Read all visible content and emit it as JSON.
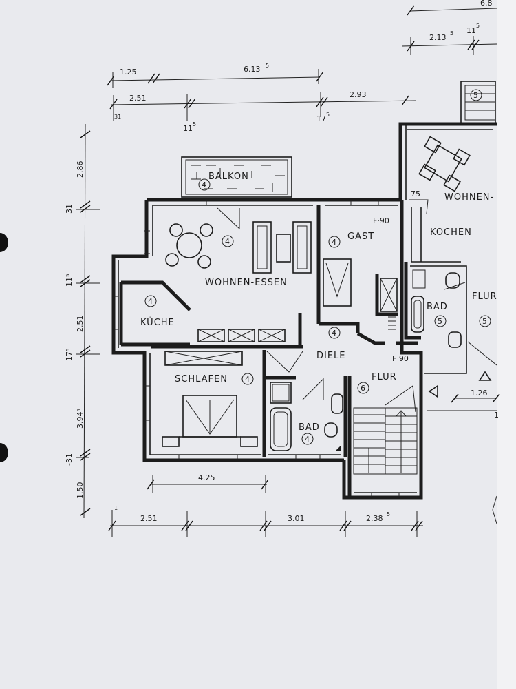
{
  "colors": {
    "paper": "#e9eaee",
    "ink": "#1c1c1c",
    "hole": "#111111"
  },
  "rooms": {
    "balkon": "BALKON",
    "wohnen_essen": "WOHNEN-ESSEN",
    "gast": "GAST",
    "kueche": "KÜCHE",
    "diele": "DIELE",
    "schlafen": "SCHLAFEN",
    "flur": "FLUR",
    "bad": "BAD",
    "neighbor_wohnen": "WOHNEN-",
    "neighbor_kochen": "KOCHEN",
    "neighbor_bad": "BAD",
    "neighbor_flur": "FLUR"
  },
  "labels": {
    "f90_gast": "F·90",
    "f90_flur": "F 90",
    "dim_75": "75"
  },
  "circle_numbers": {
    "four": "4",
    "five": "5",
    "six": "6"
  },
  "dims_top": {
    "d1": {
      "main": "1.25",
      "sup": ""
    },
    "d2": {
      "main": "6.13",
      "sup": "5"
    },
    "d3": {
      "main": "2.51",
      "sup": ""
    },
    "d4": {
      "main": "2.93",
      "sup": ""
    },
    "d5": {
      "main": "31",
      "sup": ""
    },
    "d6": {
      "main": "11",
      "sup": "5"
    },
    "d7": {
      "main": "17",
      "sup": "5"
    },
    "d8": {
      "main": "2.13",
      "sup": "5"
    },
    "d9": {
      "main": "11",
      "sup": "5"
    },
    "d10": {
      "main": "6.8",
      "sup": ""
    }
  },
  "dims_left": {
    "v1": "2.86",
    "v2": "31",
    "v3": "11⁵",
    "v4": "2.51",
    "v5": "17⁵",
    "v6": "3.94⁵",
    "v7": "-31",
    "v8": "1.50"
  },
  "dims_bottom": {
    "b1": {
      "main": "4.25",
      "sup": ""
    },
    "b2": {
      "main": "2.51",
      "sup": ""
    },
    "b3": {
      "main": "3.01",
      "sup": ""
    },
    "b4": {
      "main": "2.38",
      "sup": "5"
    },
    "b5": {
      "main": "1.26",
      "sup": ""
    },
    "b6": {
      "main": "1",
      "sup": ""
    }
  }
}
